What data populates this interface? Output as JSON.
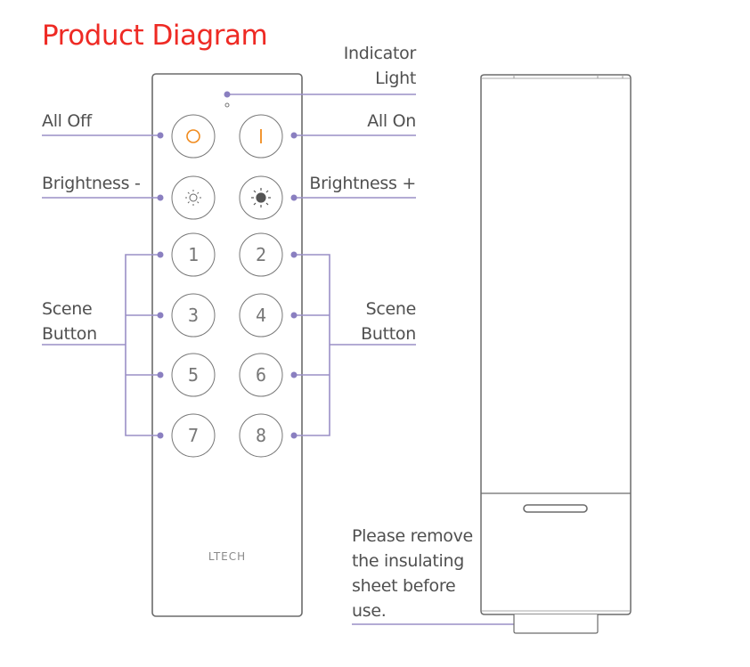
{
  "title": "Product Diagram",
  "colors": {
    "title": "#ee2a24",
    "callout": "#9a8fc6",
    "accent_orange": "#f08a1c",
    "outline": "#6b6b6b",
    "text": "#505050"
  },
  "labels": {
    "indicator_light": [
      "Indicator",
      "Light"
    ],
    "all_off": "All Off",
    "all_on": "All On",
    "brightness_minus": "Brightness -",
    "brightness_plus": "Brightness +",
    "scene_left": [
      "Scene",
      "Button"
    ],
    "scene_right": [
      "Scene",
      "Button"
    ],
    "insulating_note": [
      "Please remove",
      "the insulating",
      "sheet before",
      "use."
    ]
  },
  "remote": {
    "brand": "LTECH",
    "buttons": [
      {
        "id": "all-off",
        "icon": "power-off-circle-icon"
      },
      {
        "id": "all-on",
        "icon": "power-on-bar-icon"
      },
      {
        "id": "brightness-minus",
        "icon": "sun-outline-icon"
      },
      {
        "id": "brightness-plus",
        "icon": "sun-filled-icon"
      }
    ],
    "scene_buttons": [
      "1",
      "2",
      "3",
      "4",
      "5",
      "6",
      "7",
      "8"
    ]
  }
}
